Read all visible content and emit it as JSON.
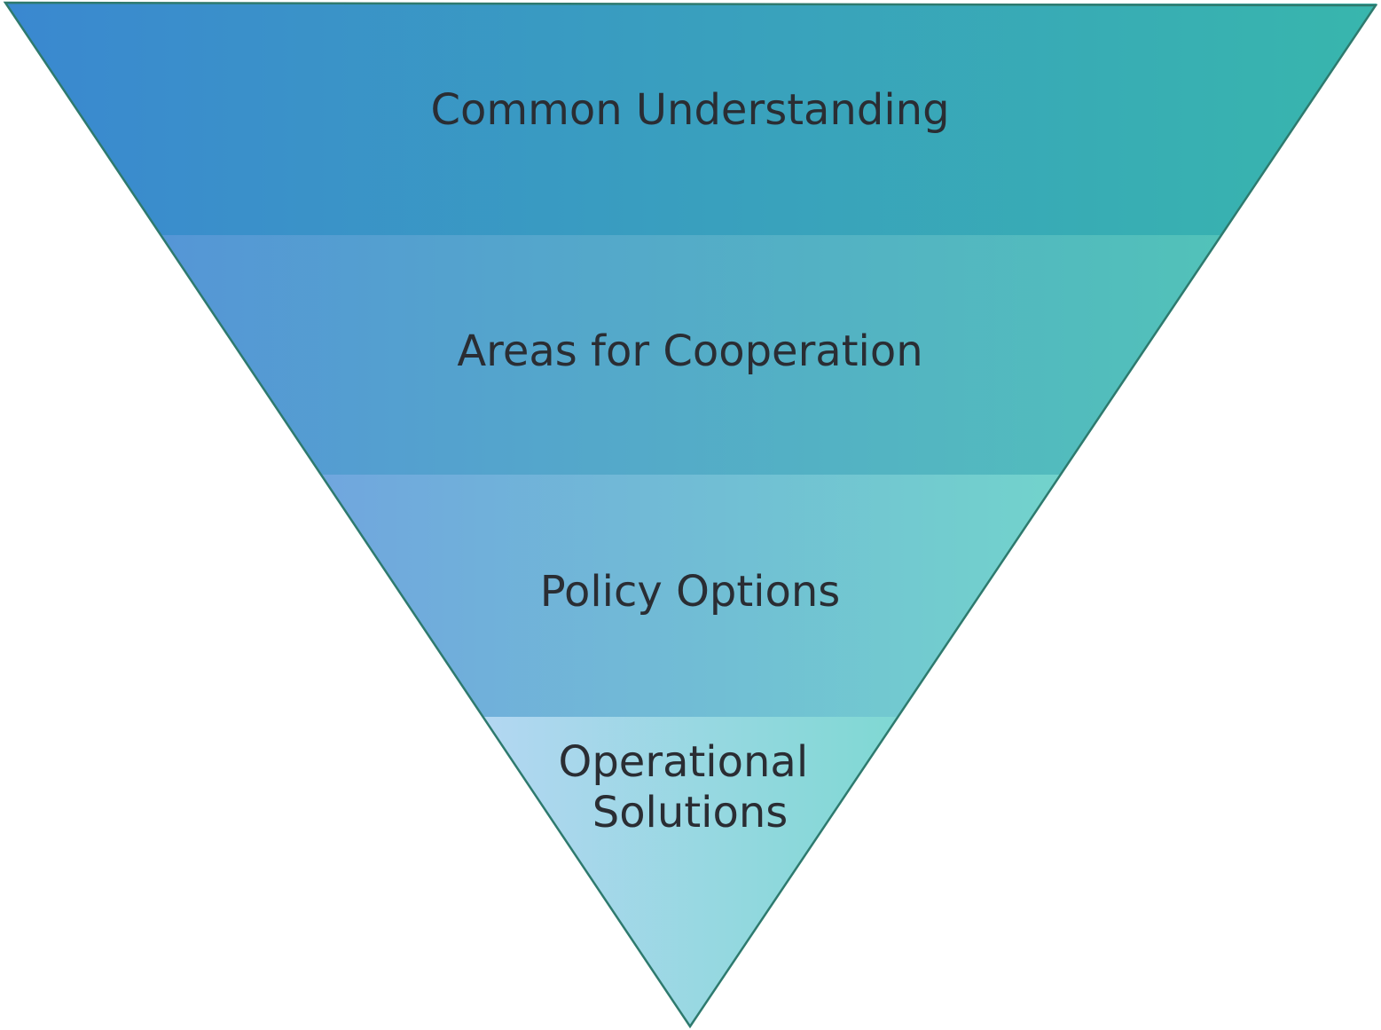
{
  "diagram": {
    "type": "inverted-pyramid",
    "layers": [
      {
        "label_lines": [
          "Common Understanding"
        ],
        "color_left": "#3a88d0",
        "color_right": "#38b6ad"
      },
      {
        "label_lines": [
          "Areas for Cooperation"
        ],
        "color_left": "#5596d6",
        "color_right": "#52c2b9"
      },
      {
        "label_lines": [
          "Policy Options"
        ],
        "color_left": "#70a6de",
        "color_right": "#72d3cc"
      },
      {
        "label_lines": [
          "Operational",
          "Solutions"
        ],
        "color_left": "#b3d7f2",
        "color_right": "#7fd8d3"
      }
    ],
    "outline_color": "#2e7a6e"
  }
}
